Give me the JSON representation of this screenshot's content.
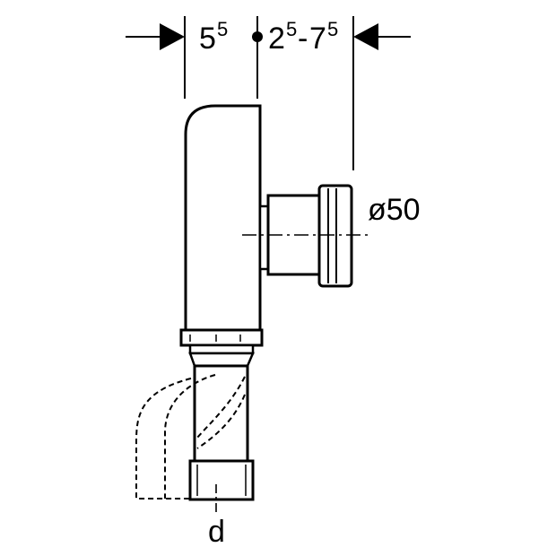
{
  "drawing": {
    "dimensions": {
      "left_base": "5",
      "left_sup": "5",
      "right_base_1": "2",
      "right_sup_1": "5",
      "right_dash": "-",
      "right_base_2": "7",
      "right_sup_2": "5"
    },
    "outlet_diameter": "ø50",
    "inlet_label": "d"
  },
  "colors": {
    "line": "#000000",
    "background": "#ffffff"
  }
}
